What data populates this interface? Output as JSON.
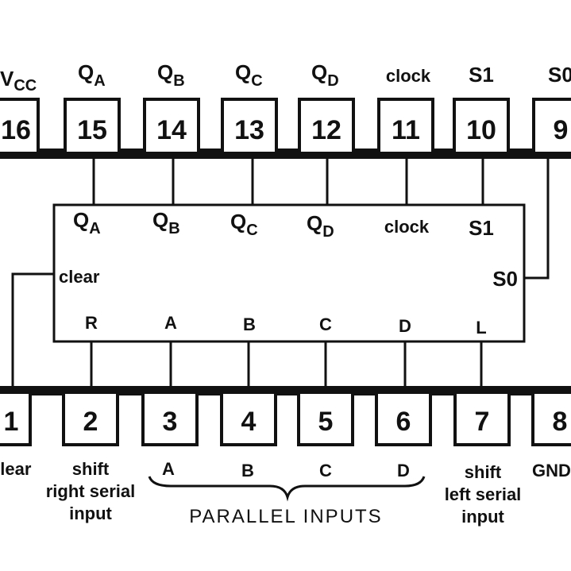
{
  "top_pins": [
    {
      "number": "16",
      "label": "V",
      "sub": "CC"
    },
    {
      "number": "15",
      "label": "Q",
      "sub": "A"
    },
    {
      "number": "14",
      "label": "Q",
      "sub": "B"
    },
    {
      "number": "13",
      "label": "Q",
      "sub": "C"
    },
    {
      "number": "12",
      "label": "Q",
      "sub": "D"
    },
    {
      "number": "11",
      "label": "clock",
      "sub": ""
    },
    {
      "number": "10",
      "label": "S1",
      "sub": ""
    },
    {
      "number": "9",
      "label": "S0",
      "sub": ""
    }
  ],
  "bottom_pins": [
    {
      "number": "1"
    },
    {
      "number": "2"
    },
    {
      "number": "3"
    },
    {
      "number": "4"
    },
    {
      "number": "5"
    },
    {
      "number": "6"
    },
    {
      "number": "7"
    },
    {
      "number": "8"
    }
  ],
  "inner_top": [
    {
      "label": "Q",
      "sub": "A"
    },
    {
      "label": "Q",
      "sub": "B"
    },
    {
      "label": "Q",
      "sub": "C"
    },
    {
      "label": "Q",
      "sub": "D"
    },
    {
      "label": "clock",
      "sub": ""
    },
    {
      "label": "S1",
      "sub": ""
    }
  ],
  "inner_bottom": [
    "R",
    "A",
    "B",
    "C",
    "D",
    "L"
  ],
  "inner_left": "clear",
  "inner_right": "S0",
  "bottom_labels": {
    "pin1": "clear",
    "pin2": [
      "shift",
      "right serial",
      "input"
    ],
    "parallel": [
      "A",
      "B",
      "C",
      "D"
    ],
    "parallel_caption": "PARALLEL INPUTS",
    "pin7": [
      "shift",
      "left serial",
      "input"
    ],
    "pin8": "GND"
  }
}
